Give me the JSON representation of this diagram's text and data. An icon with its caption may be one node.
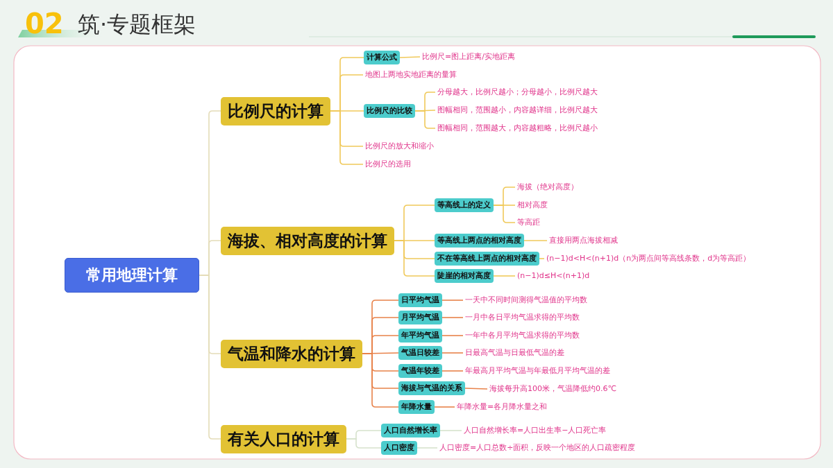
{
  "diagram": {
    "title": "筑·专题框架",
    "nodes": [
      {
        "text": [
          "常用地理计算"
        ]
      },
      {
        "text": [
          "比例尺的计算"
        ]
      },
      {
        "text": [
          "计算公式"
        ]
      },
      {
        "text": [
          "比例尺=图上距离/实地距离"
        ]
      },
      {
        "text": [
          "地图上两地实地距离的量算"
        ]
      },
      {
        "text": [
          "比例尺的比较"
        ]
      },
      {
        "text": [
          "分母越大，比例尺越小；分母越小，比例尺越大"
        ]
      },
      {
        "text": [
          "图幅相同，范围越小，内容越详细，比例尺越大"
        ]
      },
      {
        "text": [
          "图幅相同，范围越大，内容越粗略，比例尺越小"
        ]
      },
      {
        "text": [
          "比例尺的放大和缩小"
        ]
      },
      {
        "text": [
          "比例尺的选用"
        ]
      },
      {
        "text": [
          "海拔、相对高度的计算"
        ]
      },
      {
        "text": [
          "等高线上的定义"
        ]
      },
      {
        "text": [
          "海拔（绝对高度）"
        ]
      },
      {
        "text": [
          "相对高度"
        ]
      },
      {
        "text": [
          "等高距"
        ]
      },
      {
        "text": [
          "等高线上两点的相对高度"
        ]
      },
      {
        "text": [
          "直接用两点海拔相减"
        ]
      },
      {
        "text": [
          "不在等高线上两点的相对高度"
        ]
      },
      {
        "text": [
          "(n−1)d<H<(n+1)d（n为两点间等高线条数，d为等高距）"
        ]
      },
      {
        "text": [
          "陡崖的相对高度"
        ]
      },
      {
        "text": [
          "(n−1)d≤H<(n+1)d"
        ]
      },
      {
        "text": [
          "气温和降水的计算"
        ]
      },
      {
        "text": [
          "日平均气温"
        ]
      },
      {
        "text": [
          "一天中不同时间测得气温值的平均数"
        ]
      },
      {
        "text": [
          "月平均气温"
        ]
      },
      {
        "text": [
          "一月中各日平均气温求得的平均数"
        ]
      },
      {
        "text": [
          "年平均气温"
        ]
      },
      {
        "text": [
          "一年中各月平均气温求得的平均数"
        ]
      },
      {
        "text": [
          "气温日较差"
        ]
      },
      {
        "text": [
          "日最高气温与日最低气温的差"
        ]
      },
      {
        "text": [
          "气温年较差"
        ]
      },
      {
        "text": [
          "年最高月平均气温与年最低月平均气温的差"
        ]
      },
      {
        "text": [
          "海拔与气温的关系"
        ]
      },
      {
        "text": [
          "海拔每升高100米，气温降低约0.6℃"
        ]
      },
      {
        "text": [
          "年降水量"
        ]
      },
      {
        "text": [
          "年降水量=各月降水量之和"
        ]
      },
      {
        "text": [
          "有关人口的计算"
        ]
      },
      {
        "text": [
          "人口自然增长率"
        ]
      },
      {
        "text": [
          "人口自然增长率=人口出生率−人口死亡率"
        ]
      },
      {
        "text": [
          "人口密度"
        ]
      },
      {
        "text": [
          "人口密度=人口总数÷面积，反映一个地区的人口疏密程度"
        ]
      }
    ],
    "edges": [
      {
        "from": 0,
        "to": 1,
        "arrow": "none",
        "color": "#e4dcb8"
      },
      {
        "from": 0,
        "to": 11,
        "arrow": "none",
        "color": "#e4dcb8"
      },
      {
        "from": 0,
        "to": 22,
        "arrow": "none",
        "color": "#e4dcb8"
      },
      {
        "from": 0,
        "to": 37,
        "arrow": "none",
        "color": "#e4dcb8"
      },
      {
        "from": 1,
        "to": 2,
        "arrow": "none"
      },
      {
        "from": 2,
        "to": 3,
        "arrow": "none"
      },
      {
        "from": 1,
        "to": 4,
        "arrow": "none"
      },
      {
        "from": 1,
        "to": 5,
        "arrow": "none"
      },
      {
        "from": 5,
        "to": 6,
        "arrow": "none"
      },
      {
        "from": 5,
        "to": 7,
        "arrow": "none"
      },
      {
        "from": 5,
        "to": 8,
        "arrow": "none"
      },
      {
        "from": 1,
        "to": 9,
        "arrow": "none"
      },
      {
        "from": 1,
        "to": 10,
        "arrow": "none"
      },
      {
        "from": 11,
        "to": 12,
        "arrow": "none"
      },
      {
        "from": 12,
        "to": 13,
        "arrow": "none"
      },
      {
        "from": 12,
        "to": 14,
        "arrow": "none"
      },
      {
        "from": 12,
        "to": 15,
        "arrow": "none"
      },
      {
        "from": 11,
        "to": 16,
        "arrow": "none"
      },
      {
        "from": 16,
        "to": 17,
        "arrow": "none"
      },
      {
        "from": 11,
        "to": 18,
        "arrow": "none"
      },
      {
        "from": 18,
        "to": 19,
        "arrow": "none"
      },
      {
        "from": 11,
        "to": 20,
        "arrow": "none"
      },
      {
        "from": 20,
        "to": 21,
        "arrow": "none"
      },
      {
        "from": 22,
        "to": 23,
        "arrow": "none",
        "color": "#e8824a"
      },
      {
        "from": 23,
        "to": 24,
        "arrow": "none",
        "color": "#e8824a"
      },
      {
        "from": 22,
        "to": 25,
        "arrow": "none",
        "color": "#e8824a"
      },
      {
        "from": 25,
        "to": 26,
        "arrow": "none",
        "color": "#e8824a"
      },
      {
        "from": 22,
        "to": 27,
        "arrow": "none",
        "color": "#e8824a"
      },
      {
        "from": 27,
        "to": 28,
        "arrow": "none",
        "color": "#e8824a"
      },
      {
        "from": 22,
        "to": 29,
        "arrow": "none",
        "color": "#e8824a"
      },
      {
        "from": 29,
        "to": 30,
        "arrow": "none",
        "color": "#e8824a"
      },
      {
        "from": 22,
        "to": 31,
        "arrow": "none",
        "color": "#e8824a"
      },
      {
        "from": 31,
        "to": 32,
        "arrow": "none",
        "color": "#e8824a"
      },
      {
        "from": 22,
        "to": 33,
        "arrow": "none",
        "color": "#e8824a"
      },
      {
        "from": 33,
        "to": 34,
        "arrow": "none",
        "color": "#e8824a"
      },
      {
        "from": 22,
        "to": 35,
        "arrow": "none",
        "color": "#e8824a"
      },
      {
        "from": 35,
        "to": 36,
        "arrow": "none",
        "color": "#e8824a"
      },
      {
        "from": 37,
        "to": 38,
        "arrow": "none",
        "color": "#d6e2cc"
      },
      {
        "from": 38,
        "to": 39,
        "arrow": "none",
        "color": "#d6e2cc"
      },
      {
        "from": 37,
        "to": 40,
        "arrow": "none",
        "color": "#d6e2cc"
      },
      {
        "from": 40,
        "to": 41,
        "arrow": "none",
        "color": "#d6e2cc"
      }
    ],
    "labels": [
      "02"
    ]
  }
}
